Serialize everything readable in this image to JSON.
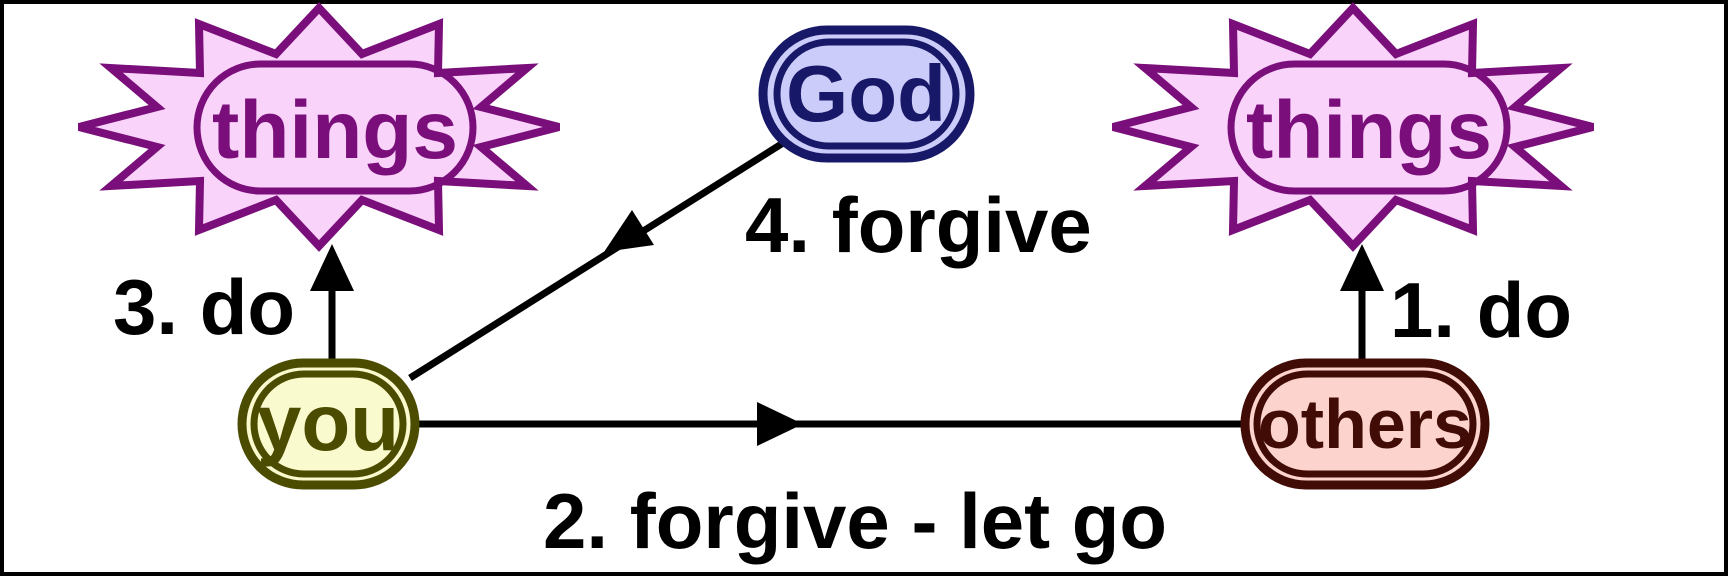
{
  "diagram": {
    "background": "#ffffff",
    "frame_color": "#000000",
    "edge_color": "#000000",
    "label_color": "#000000",
    "nodes": {
      "god": {
        "label": "God",
        "fill": "#ccccfb",
        "stroke": "#181868"
      },
      "you": {
        "label": "you",
        "fill": "#fafacf",
        "stroke": "#4c4c00"
      },
      "others": {
        "label": "others",
        "fill": "#fdd3ce",
        "stroke": "#420c06"
      },
      "things_left": {
        "label": "things",
        "fill": "#f9d3f9",
        "stroke": "#7a0e7a"
      },
      "things_right": {
        "label": "things",
        "fill": "#f9d3f9",
        "stroke": "#7a0e7a"
      }
    },
    "edges": [
      {
        "id": 1,
        "label": "1. do",
        "from": "others",
        "to": "things_right",
        "direction": "up"
      },
      {
        "id": 2,
        "label": "2. forgive - let go",
        "from": "you",
        "to": "others",
        "direction": "right"
      },
      {
        "id": 3,
        "label": "3. do",
        "from": "you",
        "to": "things_left",
        "direction": "up"
      },
      {
        "id": 4,
        "label": "4. forgive",
        "from": "god",
        "to": "you",
        "direction": "down-left"
      }
    ]
  }
}
